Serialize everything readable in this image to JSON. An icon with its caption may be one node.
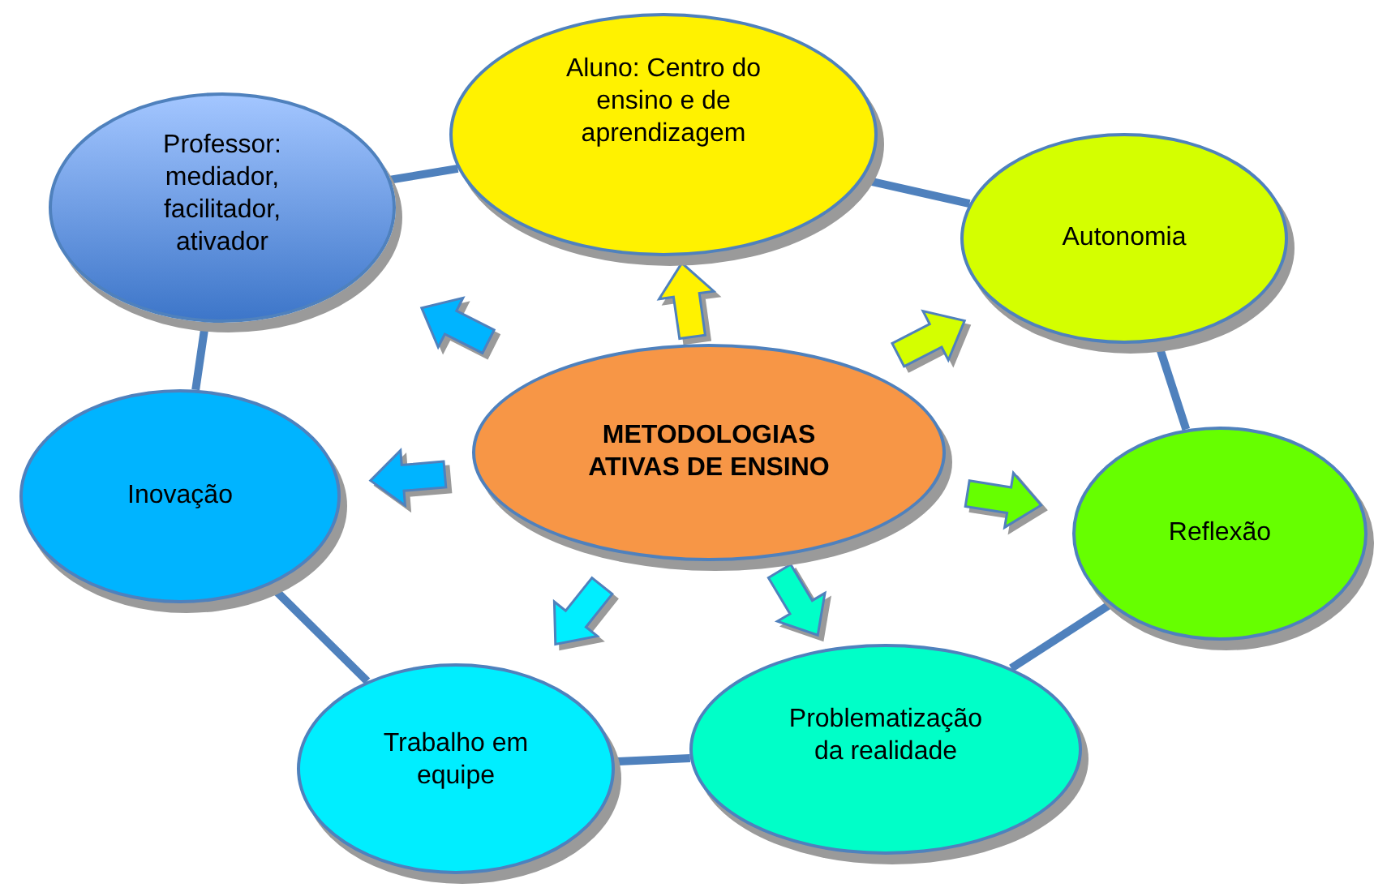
{
  "diagram": {
    "nodes": [
      {
        "text": [
          "METODOLOGIAS ATIVAS DE ENSINO"
        ]
      },
      {
        "text": [
          "Aluno: Centro do ensino e de aprendizagem"
        ]
      },
      {
        "text": [
          "Autonomia"
        ]
      },
      {
        "text": [
          "Reflexão"
        ]
      },
      {
        "text": [
          "Problematização da realidade"
        ]
      },
      {
        "text": [
          "Trabalho em equipe"
        ]
      },
      {
        "text": [
          "Inovação"
        ]
      },
      {
        "text": [
          "Professor: mediador, facilitador, ativador"
        ]
      }
    ],
    "edges": [
      {
        "from": 0,
        "to": 1,
        "arrow": "to",
        "style": "thick",
        "color": "#fff200"
      },
      {
        "from": 0,
        "to": 2,
        "arrow": "to",
        "style": "thick",
        "color": "#d4ff00"
      },
      {
        "from": 0,
        "to": 3,
        "arrow": "to",
        "style": "thick",
        "color": "#66ff00"
      },
      {
        "from": 0,
        "to": 4,
        "arrow": "to",
        "style": "thick",
        "color": "#00ffc8"
      },
      {
        "from": 0,
        "to": 5,
        "arrow": "to",
        "style": "thick",
        "color": "#00eeff"
      },
      {
        "from": 0,
        "to": 6,
        "arrow": "to",
        "style": "thick",
        "color": "#00b4ff"
      },
      {
        "from": 0,
        "to": 7,
        "arrow": "to",
        "style": "thick",
        "color": "#00b4ff"
      },
      {
        "from": 7,
        "to": 1,
        "arrow": "none"
      },
      {
        "from": 1,
        "to": 2,
        "arrow": "none"
      },
      {
        "from": 2,
        "to": 3,
        "arrow": "none"
      },
      {
        "from": 3,
        "to": 4,
        "arrow": "none"
      },
      {
        "from": 4,
        "to": 5,
        "arrow": "none"
      },
      {
        "from": 5,
        "to": 6,
        "arrow": "none"
      },
      {
        "from": 6,
        "to": 7,
        "arrow": "none"
      }
    ]
  }
}
